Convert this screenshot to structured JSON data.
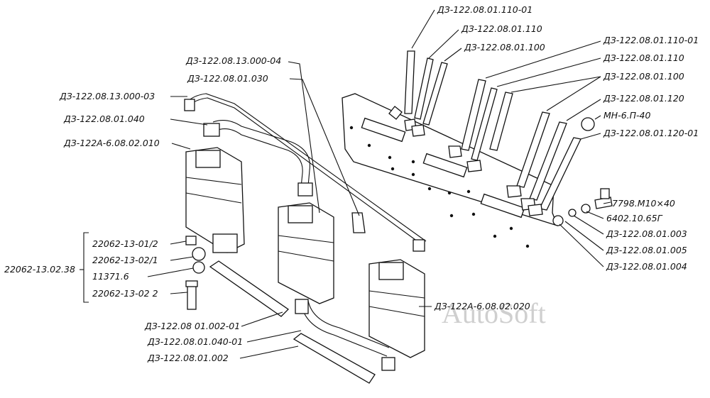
{
  "labels": {
    "hose_110_01_top": "ДЗ-122.08.01.110-01",
    "hose_110_top": "ДЗ-122.08.01.110",
    "hose_100_top": "ДЗ-122.08.01.100",
    "hose_110_01_right": "ДЗ-122.08.01.110-01",
    "hose_110_right": "ДЗ-122.08.01.110",
    "hose_100_right": "ДЗ-122.08.01.100",
    "hose_120": "ДЗ-122.08.01.120",
    "knob": "МН-6.П-40",
    "hose_120_01": "ДЗ-122.08.01.120-01",
    "pipe_13000_04": "ДЗ-122.08.13.000-04",
    "pipe_030": "ДЗ-122.08.01.030",
    "pipe_13000_03": "ДЗ-122.08.13.000-03",
    "pipe_040": "ДЗ-122.08.01.040",
    "valve_010": "ДЗ-122А-6.08.02.010",
    "bolt": "7798.М10×40",
    "washer": "6402.10.65Г",
    "plate_003": "ДЗ-122.08.01.003",
    "plate_005": "ДЗ-122.08.01.005",
    "plate_004": "ДЗ-122.08.01.004",
    "group": "22062-13.02.38",
    "clamp_01_2": "22062-13-01/2",
    "clamp_02_1": "22062-13-02/1",
    "part_11371": "11371.6",
    "clamp_02_2": "22062-13-02 2",
    "valve_020": "ДЗ-122А-6.08.02.020",
    "hose_002_01": "ДЗ-122.08 01.002-01",
    "pipe_040_01": "ДЗ-122.08.01.040-01",
    "hose_002": "ДЗ-122.08.01.002"
  },
  "watermark": "AutoSoft"
}
